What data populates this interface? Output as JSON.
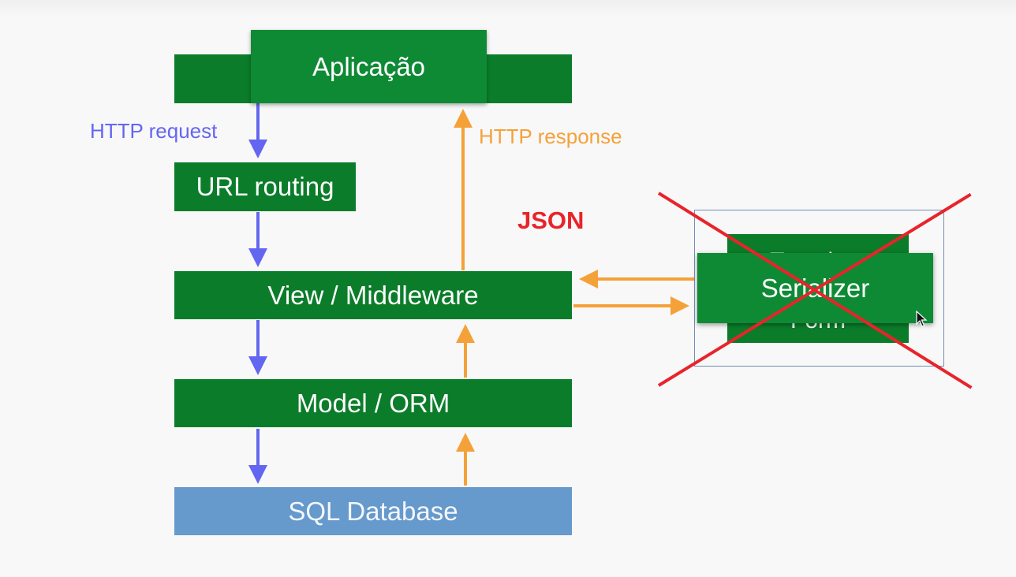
{
  "diagram": {
    "app_box": "Aplicação",
    "url_box": "URL routing",
    "view_box": "View / Middleware",
    "model_box": "Model / ORM",
    "db_box": "SQL Database",
    "serializer_box": "Serializer",
    "hidden_top_box": "Template",
    "hidden_bottom_box": "Form",
    "http_request_label": "HTTP request",
    "http_response_label": "HTTP response",
    "json_label": "JSON"
  },
  "colors": {
    "box_green": "#0b7d2a",
    "box_blue": "#6699cc",
    "request_arrow": "#6366f1",
    "response_arrow": "#f5a13a",
    "cross": "#e8242a",
    "json_text": "#e8242a"
  }
}
